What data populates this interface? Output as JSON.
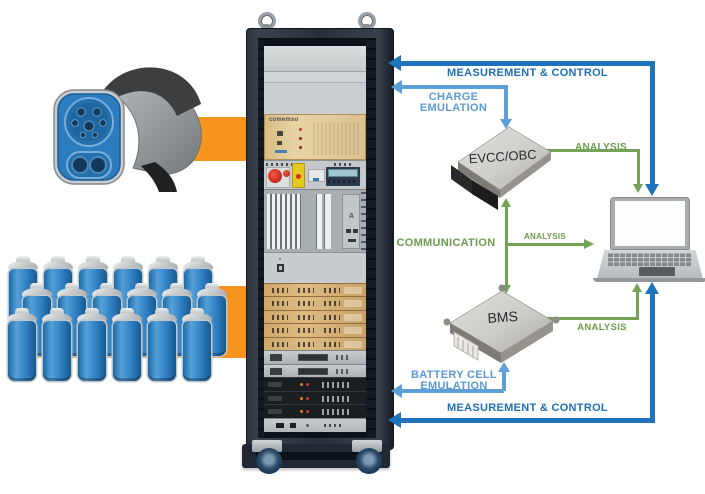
{
  "scene": {
    "type": "system-diagram",
    "description": "EV charging / battery test rack diagram with CCS connector, battery cells, test rack, EVCC/OBC, BMS and laptop",
    "labels": {
      "measurement_control_top": "MEASUREMENT & CONTROL",
      "charge_emulation": "CHARGE EMULATION",
      "analysis_evcc_to_laptop": "ANALYSIS",
      "communication": "COMMUNICATION",
      "analysis_comm_to_laptop": "ANALYSIS",
      "analysis_bms_to_laptop": "ANALYSIS",
      "battery_cell_emulation": "BATTERY CELL EMULATION",
      "measurement_control_bottom": "MEASUREMENT & CONTROL"
    },
    "components": {
      "evcc_obc_label": "EVCC/OBC",
      "bms_label": "BMS",
      "rack_unit_brand": "comemso",
      "card_cage_marking": "A"
    },
    "colors": {
      "measurement_control_blue": "#1E73BB",
      "emulation_light_blue": "#5C9FD9",
      "analysis_green": "#75A356",
      "power_path_orange": "#F7941D",
      "battery_blue": "#2E7EC0"
    }
  }
}
